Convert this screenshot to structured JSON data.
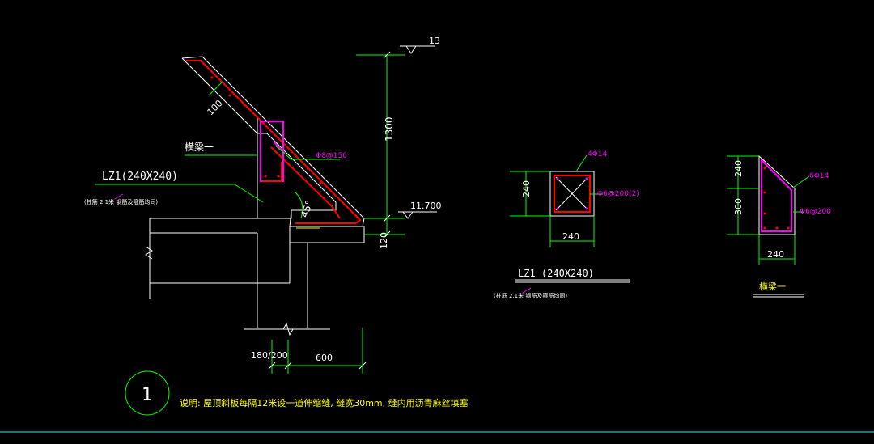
{
  "colors": {
    "background": "#000000",
    "concrete": "#ffffff",
    "rebar": "#ff0000",
    "stirrup": "#ff00ff",
    "dimension": "#00ff00",
    "text_white": "#ffffff",
    "text_yellow": "#ffff00",
    "text_magenta": "#ff00ff",
    "frame_cyan": "#00ffff",
    "leader_green": "#00ff00"
  },
  "main_section": {
    "dim_slab_thickness": "100",
    "rebar_label": "Φ8@150",
    "beam_label": "横梁一",
    "column_label": "LZ1(240X240)",
    "column_note": "(柱筋 2.1米 钢筋及箍筋均同)",
    "angle_label": "45°",
    "dim_height": "1300",
    "dim_top": "13",
    "elevation": "11.700",
    "dim_bottom": "120",
    "dim_wall": "180/200",
    "dim_overhang": "600"
  },
  "lz1_section": {
    "rebar_top": "4Φ14",
    "stirrup": "Φ6@200(2)",
    "dim_height": "240",
    "dim_width": "240",
    "title": "LZ1 (240X240)",
    "note": "(柱筋 2.1米 钢筋及箍筋均同)"
  },
  "beam_section": {
    "rebar": "6Φ14",
    "stirrup": "Φ6@200",
    "dim_top": "240",
    "dim_bottom": "300",
    "dim_width": "240",
    "title": "横梁一"
  },
  "footer": {
    "detail_number": "1",
    "description": "说明: 屋顶斜板每隔12米设一道伸缩缝, 缝宽30mm, 缝内用沥青麻丝填塞"
  }
}
